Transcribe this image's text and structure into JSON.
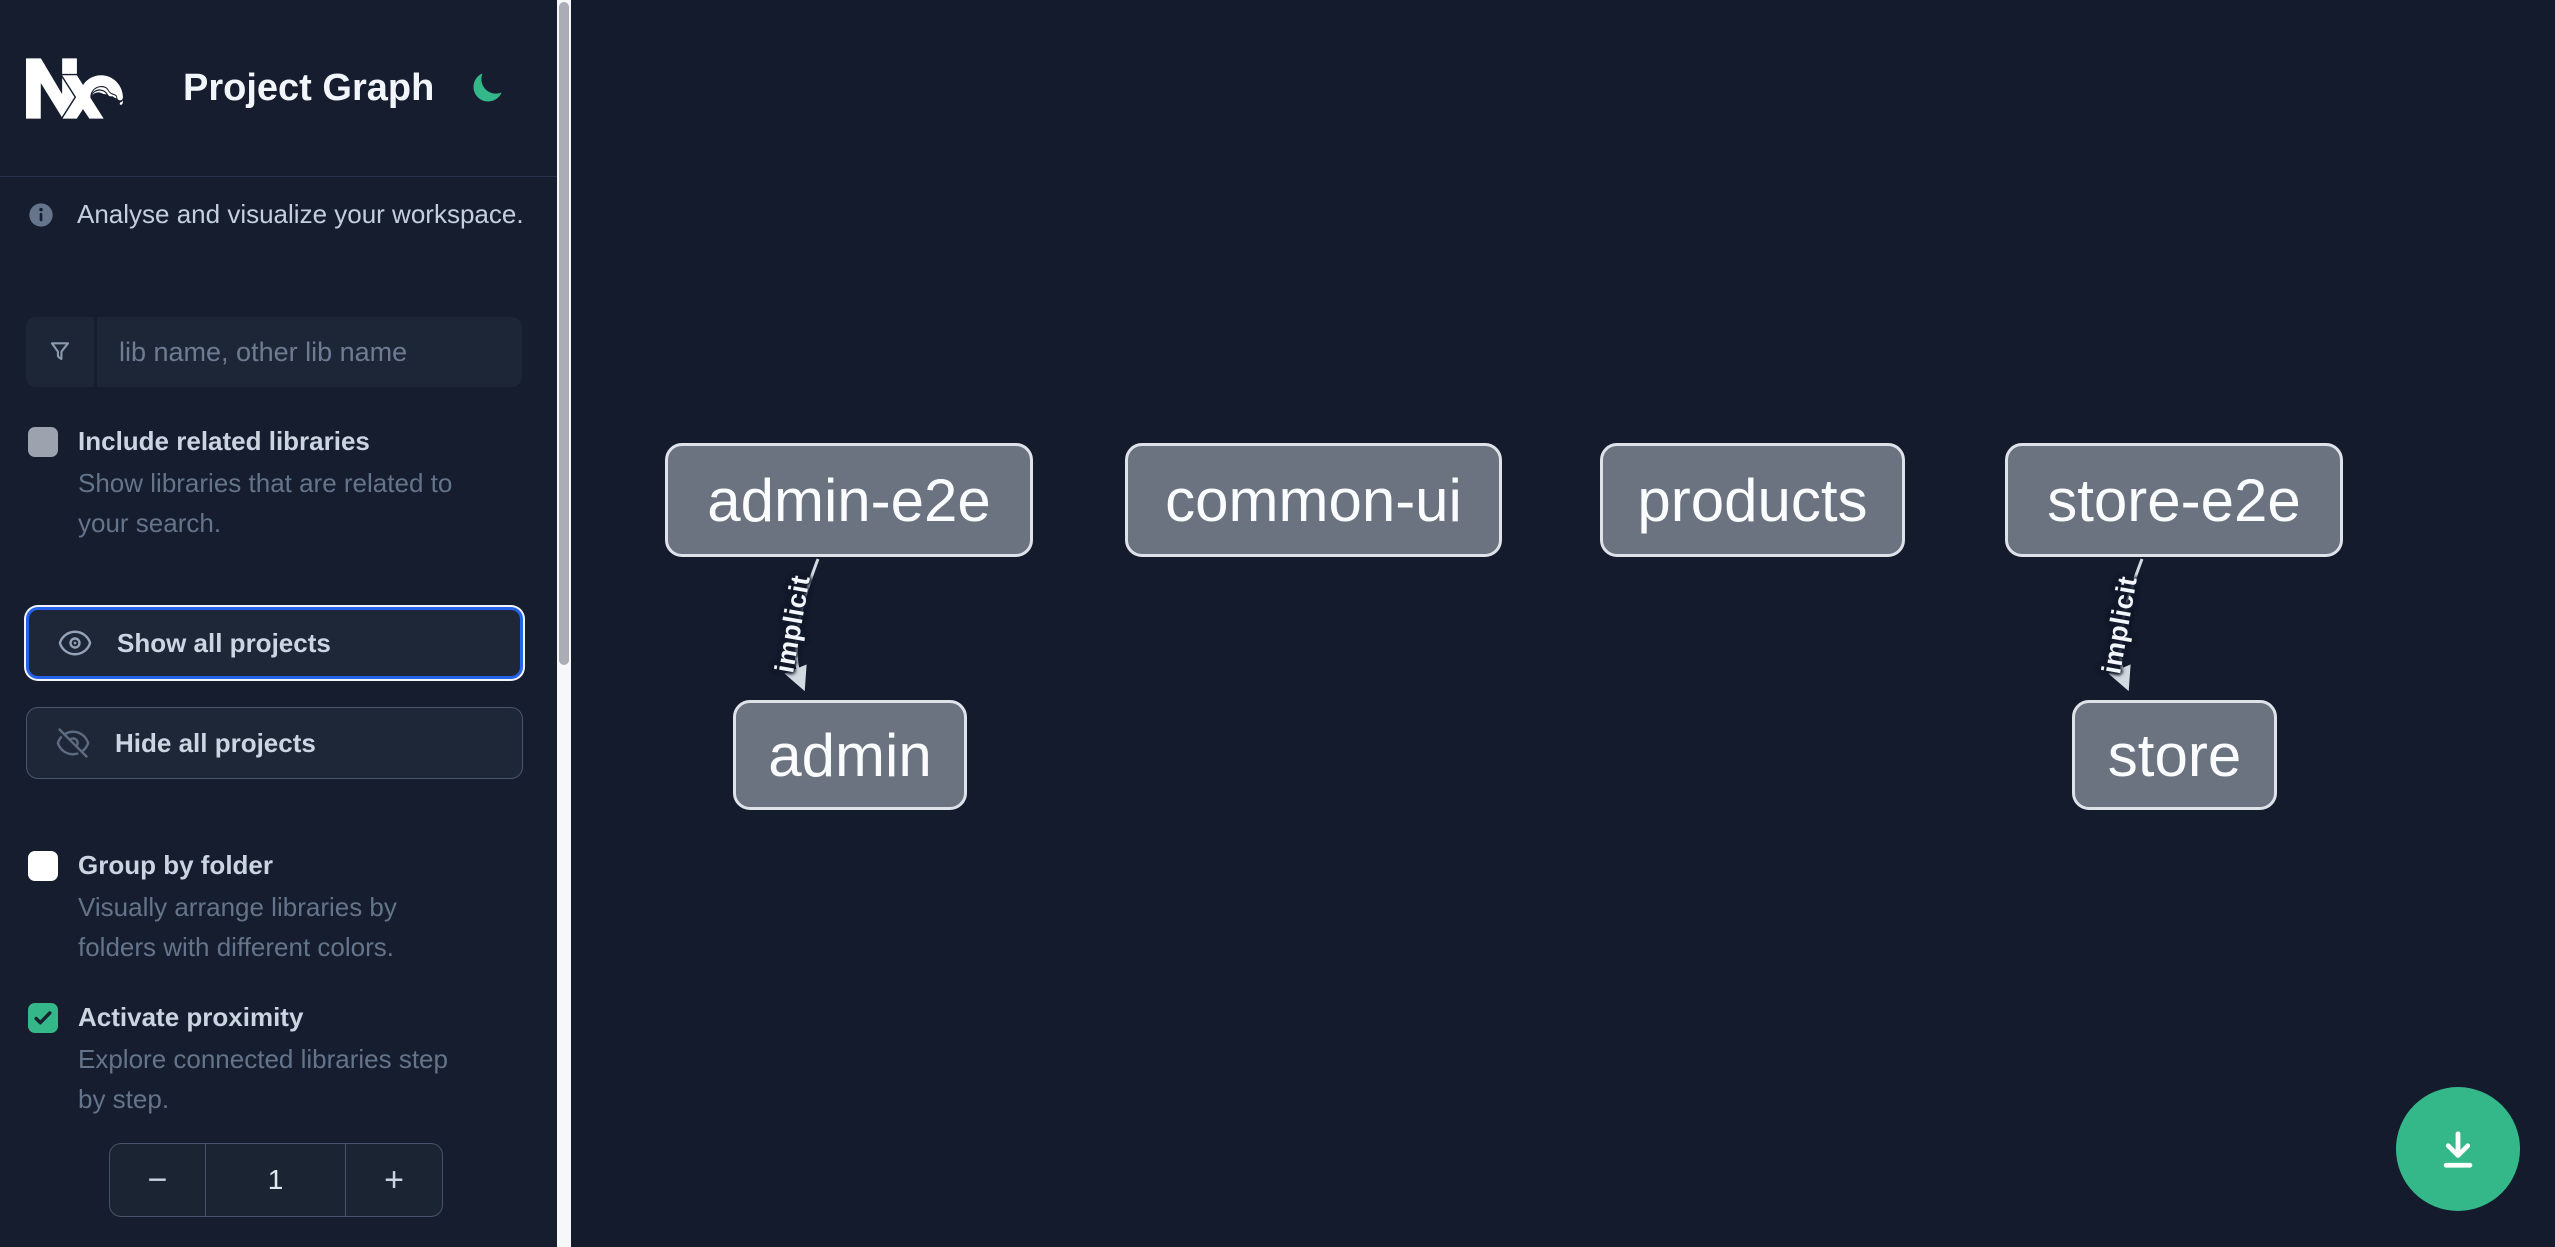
{
  "app": {
    "title": "Project Graph"
  },
  "sidebar": {
    "info_text": "Analyse and visualize your workspace.",
    "search_placeholder": "lib name, other lib name",
    "include_related": {
      "label": "Include related libraries",
      "checked": false,
      "description": [
        "Show libraries that are related to",
        "your search."
      ]
    },
    "show_all_label": "Show all projects",
    "hide_all_label": "Hide all projects",
    "group_by_folder": {
      "label": "Group by folder",
      "checked": false,
      "description": [
        "Visually arrange libraries by",
        "folders with different colors."
      ]
    },
    "activate_proximity": {
      "label": "Activate proximity",
      "checked": true,
      "description": [
        "Explore connected libraries step",
        "by step."
      ]
    },
    "stepper": {
      "decrement": "−",
      "value": "1",
      "increment": "+"
    }
  },
  "graph": {
    "nodes": [
      {
        "label": "admin-e2e"
      },
      {
        "label": "common-ui"
      },
      {
        "label": "products"
      },
      {
        "label": "store-e2e"
      },
      {
        "label": "admin"
      },
      {
        "label": "store"
      }
    ],
    "edges": [
      {
        "from": "admin-e2e",
        "to": "admin",
        "label": "implicit"
      },
      {
        "from": "store-e2e",
        "to": "store",
        "label": "implicit"
      }
    ]
  },
  "colors": {
    "background": "#131b2c",
    "accent_green": "#34b889",
    "focus_blue": "#2563eb",
    "node_fill": "#6b7380",
    "node_border": "#dfe3e9",
    "edge": "#d3d9e1"
  }
}
